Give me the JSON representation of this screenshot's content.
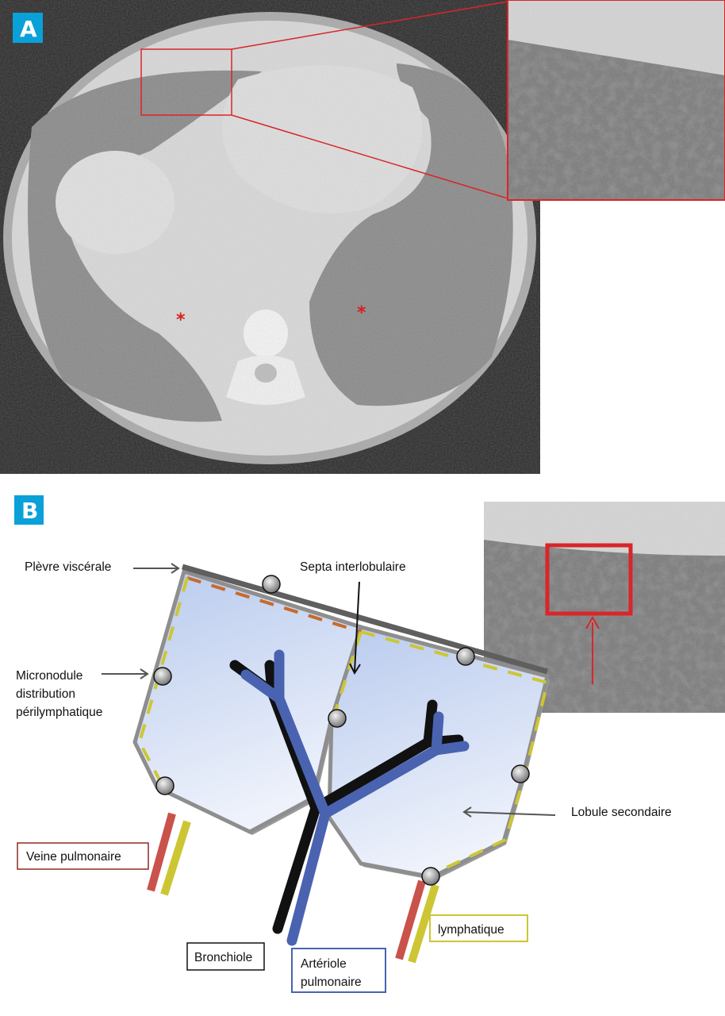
{
  "panel_a": {
    "label": "A",
    "asterisks": [
      "*",
      "*"
    ]
  },
  "panel_b": {
    "label": "B",
    "labels": {
      "pleura": "Plèvre viscérale",
      "septa": "Septa interlobulaire",
      "micronodule": [
        "Micronodule",
        "distribution",
        "périlymphatique"
      ],
      "lobule": "Lobule secondaire",
      "vein": "Veine pulmonaire",
      "bronchiole": "Bronchiole",
      "arteriole": [
        "Artériole",
        "pulmonaire"
      ],
      "lymphatic": "lymphatique"
    }
  },
  "colors": {
    "panel_label_bg": "#0aa0d8",
    "highlight_red": "#d8262a",
    "bronchiole": "#111111",
    "arteriole": "#4a63b0",
    "vein": "#c9524a",
    "lymphatic": "#cdc634",
    "pleura": "#5f5f5f",
    "lobule_fill": "#c9d6ef"
  }
}
